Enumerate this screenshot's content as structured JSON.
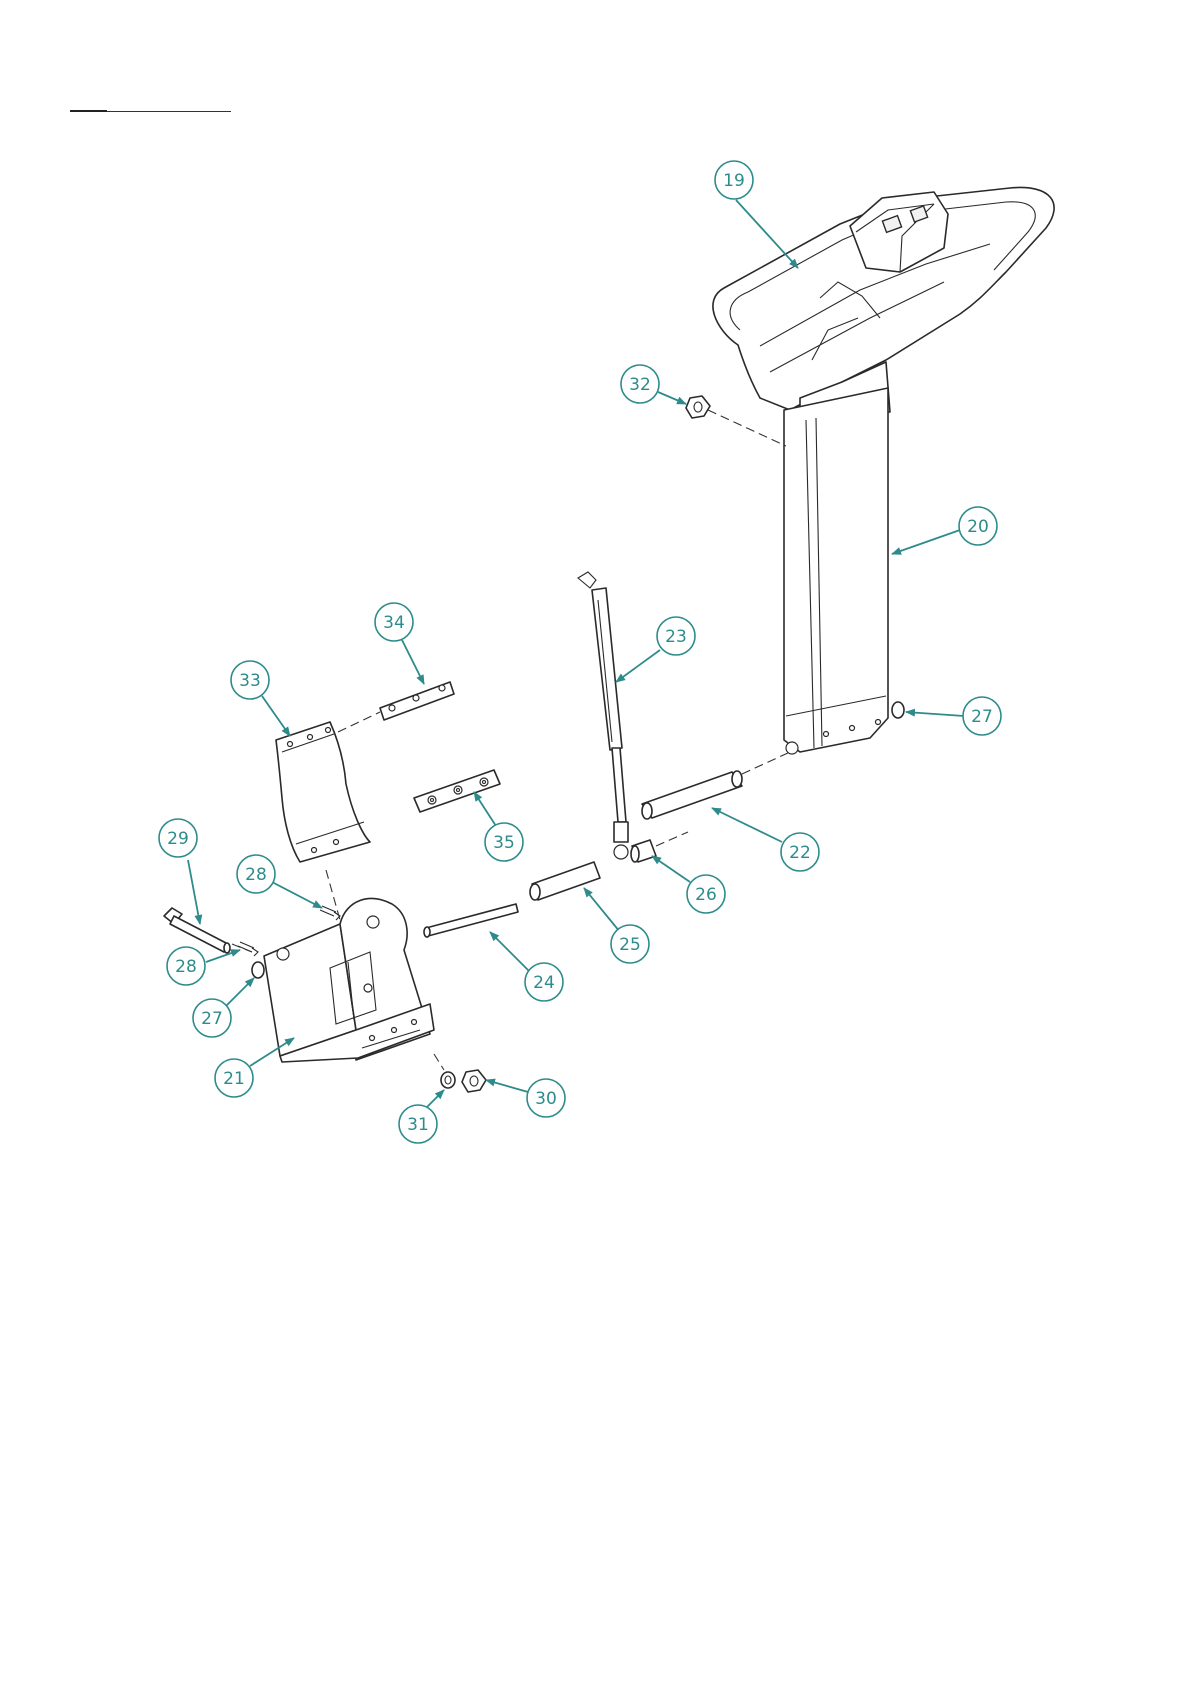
{
  "colors": {
    "accent": "#2e8b8b",
    "line": "#2a2a2a",
    "background": "#ffffff"
  },
  "callouts": {
    "c19": "19",
    "c20": "20",
    "c21": "21",
    "c22": "22",
    "c23": "23",
    "c24": "24",
    "c25": "25",
    "c26": "26",
    "c27a": "27",
    "c27b": "27",
    "c28a": "28",
    "c28b": "28",
    "c29": "29",
    "c30": "30",
    "c31": "31",
    "c32": "32",
    "c33": "33",
    "c34": "34",
    "c35": "35"
  }
}
